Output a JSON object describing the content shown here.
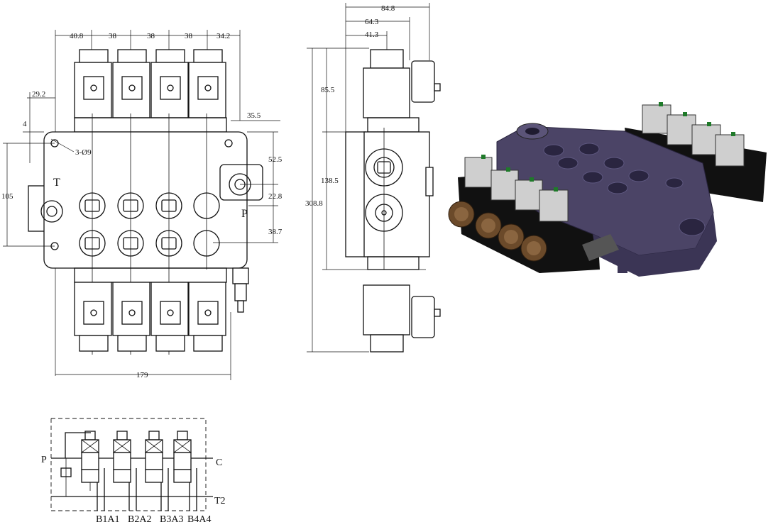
{
  "front_view": {
    "dims_top": [
      "40.8",
      "38",
      "38",
      "38",
      "34.2"
    ],
    "dim_bottom": "179",
    "dim_left_height": "105",
    "dim_offset": "29.2",
    "dim_corner": "4",
    "hole_callout": "3-Ø9",
    "dims_right": [
      "35.5",
      "52.5",
      "22.8",
      "38.7"
    ],
    "port_t": "T",
    "port_p": "P"
  },
  "side_view": {
    "dims_top": [
      "84.8",
      "64.3",
      "41.3"
    ],
    "dims_left": [
      "85.5",
      "138.5",
      "308.8"
    ]
  },
  "schematic": {
    "port_p": "P",
    "port_c": "C",
    "port_t2": "T2",
    "work_ports": [
      "B1A1",
      "B2A2",
      "B3A3",
      "B4A4"
    ]
  },
  "colors": {
    "line": "#111111",
    "body_3d": "#4b4466",
    "coil_3d": "#111111",
    "knob_3d": "#6b4a2a",
    "connector_3d": "#cfcfcf"
  }
}
